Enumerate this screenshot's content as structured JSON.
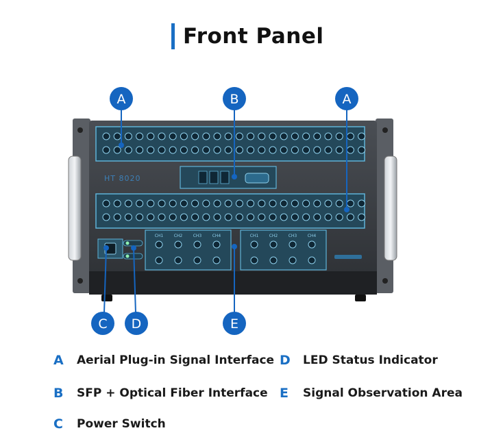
{
  "title": "Front Panel",
  "device_label": "HT 8020",
  "callouts": {
    "a_left": "A",
    "b": "B",
    "a_right": "A",
    "c": "C",
    "d": "D",
    "e": "E"
  },
  "channel_labels": [
    "CH1",
    "CH2",
    "CH3",
    "CH4"
  ],
  "legend": [
    {
      "letter": "A",
      "text": "Aerial Plug-in Signal Interface"
    },
    {
      "letter": "B",
      "text": "SFP + Optical Fiber Interface"
    },
    {
      "letter": "C",
      "text": "Power Switch"
    },
    {
      "letter": "D",
      "text": "LED Status Indicator"
    },
    {
      "letter": "E",
      "text": "Signal Observation Area"
    }
  ],
  "colors": {
    "accent": "#1a6fc4",
    "callout": "#1565c0",
    "chassis": "#3a3d42",
    "panel_highlight": "#5fb3d8"
  }
}
